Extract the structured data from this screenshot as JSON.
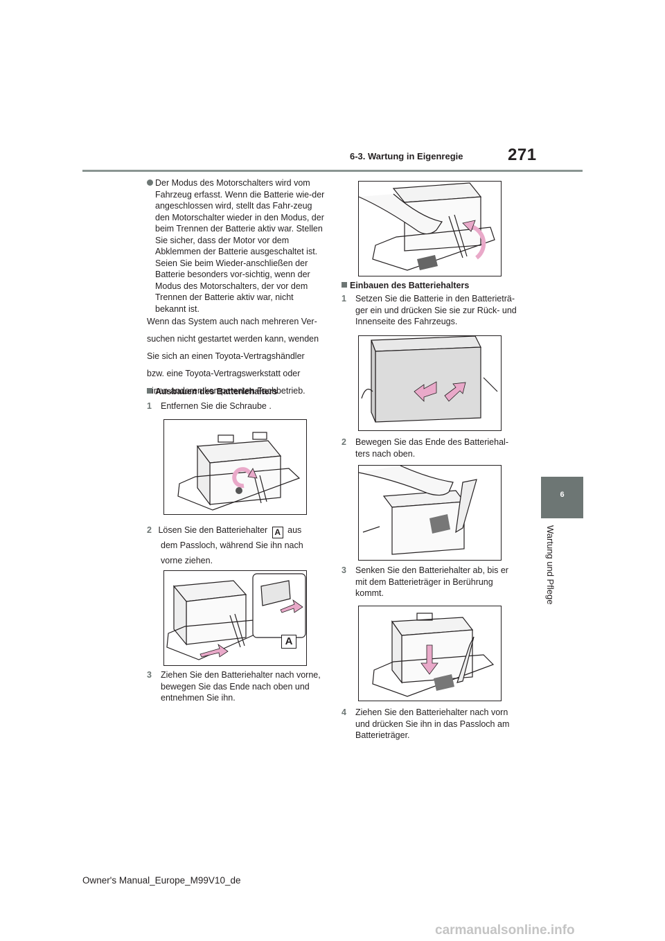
{
  "header": {
    "section": "6-3. Wartung in Eigenregie",
    "page_number": "271"
  },
  "side_tab": {
    "number": "6",
    "label": "Wartung und Pflege"
  },
  "left": {
    "bullet": "Der Modus des Motorschalters wird vom Fahrzeug erfasst. Wenn die Batterie wie-der angeschlossen wird, stellt das Fahr-zeug den Motorschalter wieder in den Modus, der beim Trennen der Batterie aktiv war. Stellen Sie sicher, dass der Motor vor dem Abklemmen der Batterie ausgeschaltet ist. Seien Sie beim Wieder-anschließen der Batterie besonders vor-sichtig, wenn der Modus des Motorschalters, der vor dem Trennen der Batterie aktiv war, nicht bekannt ist.",
    "paragraph_lines": [
      "Wenn das System auch nach mehreren Ver-",
      "suchen nicht gestartet werden kann, wenden",
      "Sie sich an einen Toyota-Vertragshändler",
      "bzw. eine Toyota-Vertragswerkstatt oder",
      "einen anderen kompetenten Fachbetrieb."
    ],
    "heading": "Ausbauen des Batteriehalters",
    "step1": {
      "num": "1",
      "text": "Entfernen Sie die Schraube ."
    },
    "step2": {
      "num": "2",
      "text_a": "Lösen Sie den Batteriehalter",
      "badge": "A",
      "text_b": "aus",
      "line2": "dem Passloch, während Sie ihn nach",
      "line3": "vorne ziehen."
    },
    "figure2_label": "A",
    "step3": {
      "num": "3",
      "text": "Ziehen Sie den Batteriehalter nach vorne, bewegen Sie das Ende nach oben und entnehmen Sie ihn."
    }
  },
  "right": {
    "heading": "Einbauen des Batteriehalters",
    "step1": {
      "num": "1",
      "text": "Setzen Sie die Batterie in den Batterieträ-ger ein und drücken Sie sie zur Rück- und Innenseite des Fahrzeugs."
    },
    "step2": {
      "num": "2",
      "text": "Bewegen Sie das Ende des Batteriehal-ters nach oben."
    },
    "step3": {
      "num": "3",
      "text": "Senken Sie den Batteriehalter ab, bis er mit dem Batterieträger in Berührung kommt."
    },
    "step4": {
      "num": "4",
      "text": "Ziehen Sie den Batteriehalter nach vorn und drücken Sie ihn in das Passloch am Batterieträger."
    }
  },
  "footer": "Owner's Manual_Europe_M99V10_de",
  "watermark": "carmanualsonline.info",
  "colors": {
    "accent_gray": "#6d7674",
    "rule": "#8a9592",
    "arrow_pink": "#e9a9c9"
  }
}
